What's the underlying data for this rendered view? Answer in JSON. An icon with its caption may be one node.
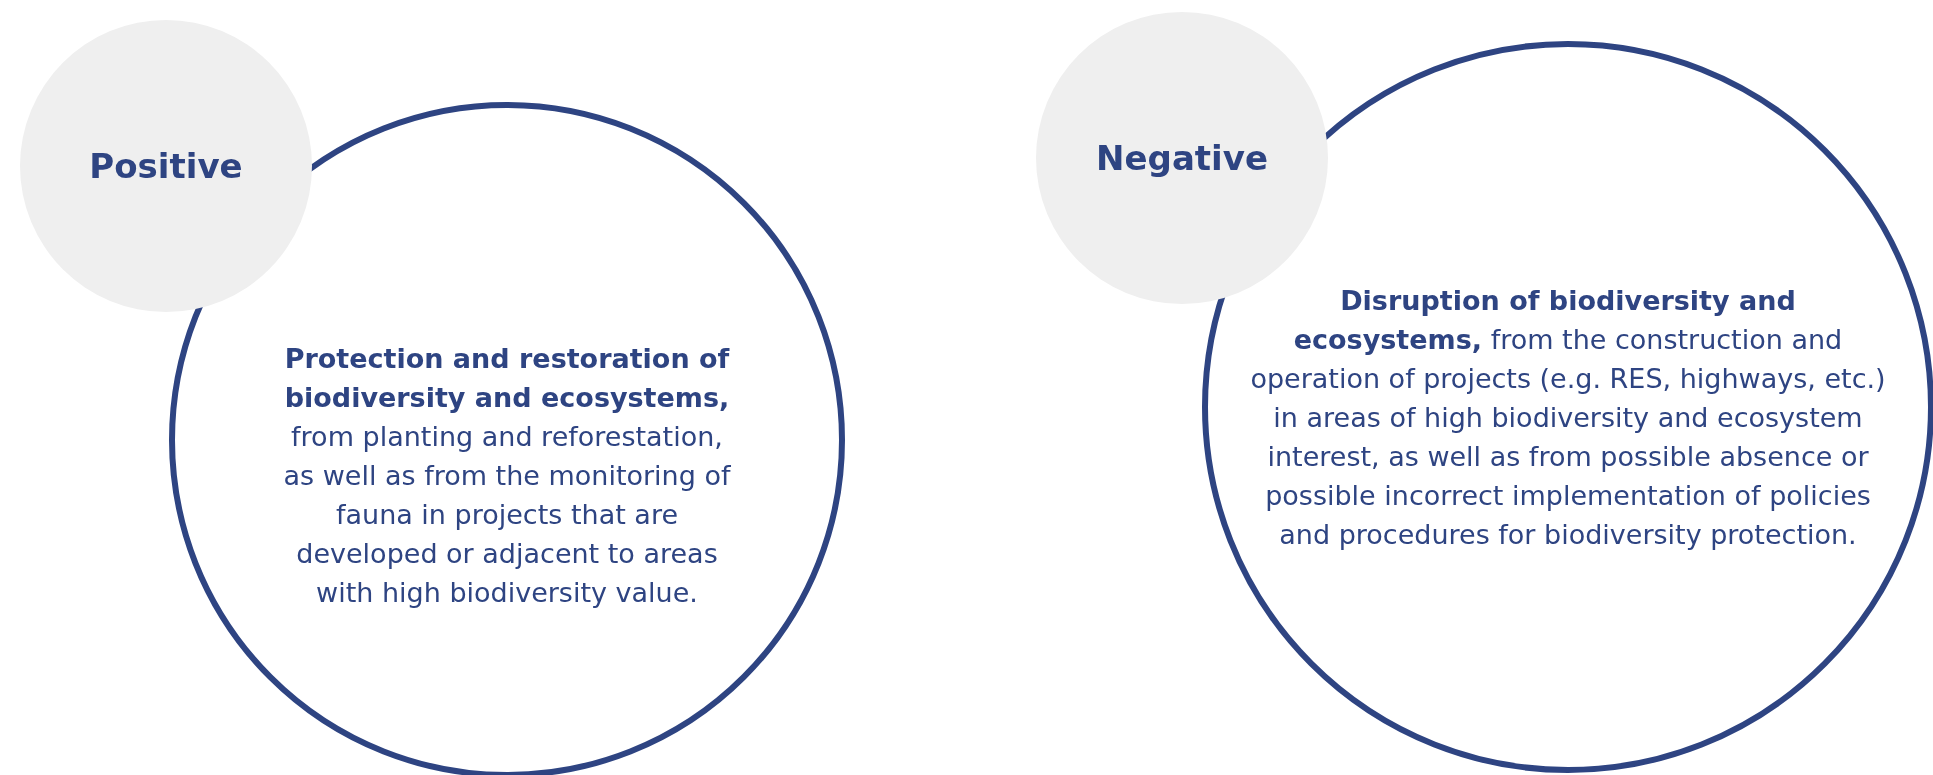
{
  "diagram": {
    "nodes": [
      {
        "text": [
          "**Protection and restoration of biodiversity and ecosystems,** from planting and reforestation, as well as from the monitoring of fauna in projects that are developed or adjacent to areas with high biodiversity value."
        ]
      },
      {
        "text": [
          "Positive"
        ]
      },
      {
        "text": [
          "**Disruption of biodiversity and ecosystems,** from the construction and operation of projects (e.g. RES, highways, etc.) in areas of high biodiversity and ecosystem interest, as well as from possible absence or possible incorrect implementation of policies and procedures for biodiversity protection."
        ]
      },
      {
        "text": [
          "Negative"
        ]
      }
    ],
    "edges": []
  }
}
